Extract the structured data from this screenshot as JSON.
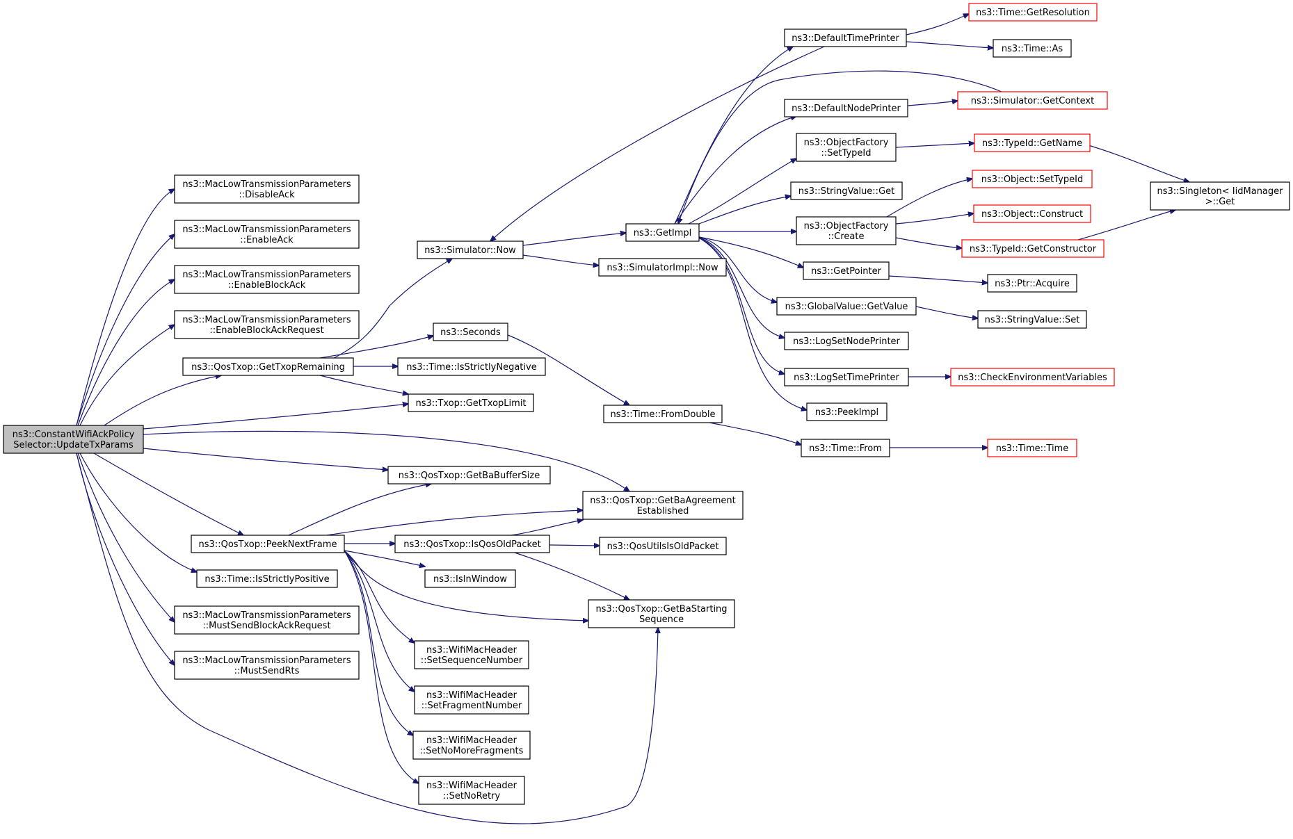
{
  "colors": {
    "edge": "#191970",
    "normal_border": "#000000",
    "truncated_border": "#ff0000",
    "root_fill": "#bfbfbf"
  },
  "nodes": [
    {
      "id": "root",
      "lines": [
        "ns3::ConstantWifiAckPolicy",
        "Selector::UpdateTxParams"
      ],
      "root": true
    },
    {
      "id": "disableAck",
      "lines": [
        "ns3::MacLowTransmissionParameters",
        "::DisableAck"
      ]
    },
    {
      "id": "enableAck",
      "lines": [
        "ns3::MacLowTransmissionParameters",
        "::EnableAck"
      ]
    },
    {
      "id": "enableBlockAck",
      "lines": [
        "ns3::MacLowTransmissionParameters",
        "::EnableBlockAck"
      ]
    },
    {
      "id": "enableBlockAckReq",
      "lines": [
        "ns3::MacLowTransmissionParameters",
        "::EnableBlockAckRequest"
      ]
    },
    {
      "id": "getTxopRemaining",
      "lines": [
        "ns3::QosTxop::GetTxopRemaining"
      ]
    },
    {
      "id": "peekNextFrame",
      "lines": [
        "ns3::QosTxop::PeekNextFrame"
      ]
    },
    {
      "id": "isStrictlyPositive",
      "lines": [
        "ns3::Time::IsStrictlyPositive"
      ]
    },
    {
      "id": "mustSendBAR",
      "lines": [
        "ns3::MacLowTransmissionParameters",
        "::MustSendBlockAckRequest"
      ]
    },
    {
      "id": "mustSendRts",
      "lines": [
        "ns3::MacLowTransmissionParameters",
        "::MustSendRts"
      ]
    },
    {
      "id": "simNow",
      "lines": [
        "ns3::Simulator::Now"
      ]
    },
    {
      "id": "seconds",
      "lines": [
        "ns3::Seconds"
      ]
    },
    {
      "id": "isStrictlyNegative",
      "lines": [
        "ns3::Time::IsStrictlyNegative"
      ]
    },
    {
      "id": "getTxopLimit",
      "lines": [
        "ns3::Txop::GetTxopLimit"
      ]
    },
    {
      "id": "getBaBufferSize",
      "lines": [
        "ns3::QosTxop::GetBaBufferSize"
      ]
    },
    {
      "id": "getBaAgreement",
      "lines": [
        "ns3::QosTxop::GetBaAgreement",
        "Established"
      ]
    },
    {
      "id": "isQosOldPacket",
      "lines": [
        "ns3::QosTxop::IsQosOldPacket"
      ]
    },
    {
      "id": "isInWindow",
      "lines": [
        "ns3::IsInWindow"
      ]
    },
    {
      "id": "getBaStarting",
      "lines": [
        "ns3::QosTxop::GetBaStarting",
        "Sequence"
      ]
    },
    {
      "id": "setSeqNum",
      "lines": [
        "ns3::WifiMacHeader",
        "::SetSequenceNumber"
      ]
    },
    {
      "id": "setFragNum",
      "lines": [
        "ns3::WifiMacHeader",
        "::SetFragmentNumber"
      ]
    },
    {
      "id": "setNoMoreFrag",
      "lines": [
        "ns3::WifiMacHeader",
        "::SetNoMoreFragments"
      ]
    },
    {
      "id": "setNoRetry",
      "lines": [
        "ns3::WifiMacHeader",
        "::SetNoRetry"
      ]
    },
    {
      "id": "qosUtilsIsOld",
      "lines": [
        "ns3::QosUtilsIsOldPacket"
      ]
    },
    {
      "id": "getImpl",
      "lines": [
        "ns3::GetImpl"
      ]
    },
    {
      "id": "simImplNow",
      "lines": [
        "ns3::SimulatorImpl::Now"
      ]
    },
    {
      "id": "fromDouble",
      "lines": [
        "ns3::Time::FromDouble"
      ]
    },
    {
      "id": "timeFrom",
      "lines": [
        "ns3::Time::From"
      ]
    },
    {
      "id": "defaultTimePrinter",
      "lines": [
        "ns3::DefaultTimePrinter"
      ]
    },
    {
      "id": "defaultNodePrinter",
      "lines": [
        "ns3::DefaultNodePrinter"
      ]
    },
    {
      "id": "ofSetTypeId",
      "lines": [
        "ns3::ObjectFactory",
        "::SetTypeId"
      ]
    },
    {
      "id": "stringValueGet",
      "lines": [
        "ns3::StringValue::Get"
      ]
    },
    {
      "id": "ofCreate",
      "lines": [
        "ns3::ObjectFactory",
        "::Create"
      ]
    },
    {
      "id": "getPointer",
      "lines": [
        "ns3::GetPointer"
      ]
    },
    {
      "id": "gvGetValue",
      "lines": [
        "ns3::GlobalValue::GetValue"
      ]
    },
    {
      "id": "logSetNodePrinter",
      "lines": [
        "ns3::LogSetNodePrinter"
      ]
    },
    {
      "id": "logSetTimePrinter",
      "lines": [
        "ns3::LogSetTimePrinter"
      ]
    },
    {
      "id": "peekImpl",
      "lines": [
        "ns3::PeekImpl"
      ]
    },
    {
      "id": "timeGetResolution",
      "lines": [
        "ns3::Time::GetResolution"
      ],
      "red": true
    },
    {
      "id": "timeAs",
      "lines": [
        "ns3::Time::As"
      ]
    },
    {
      "id": "simGetContext",
      "lines": [
        "ns3::Simulator::GetContext"
      ],
      "red": true
    },
    {
      "id": "typeIdGetName",
      "lines": [
        "ns3::TypeId::GetName"
      ],
      "red": true
    },
    {
      "id": "objSetTypeId",
      "lines": [
        "ns3::Object::SetTypeId"
      ],
      "red": true
    },
    {
      "id": "objConstruct",
      "lines": [
        "ns3::Object::Construct"
      ],
      "red": true
    },
    {
      "id": "typeIdGetCtor",
      "lines": [
        "ns3::TypeId::GetConstructor"
      ],
      "red": true
    },
    {
      "id": "ptrAcquire",
      "lines": [
        "ns3::Ptr::Acquire"
      ]
    },
    {
      "id": "stringValueSet",
      "lines": [
        "ns3::StringValue::Set"
      ]
    },
    {
      "id": "checkEnvVars",
      "lines": [
        "ns3::CheckEnvironmentVariables"
      ],
      "red": true
    },
    {
      "id": "timeTime",
      "lines": [
        "ns3::Time::Time"
      ],
      "red": true
    },
    {
      "id": "singletonGet",
      "lines": [
        "ns3::Singleton< IidManager",
        ">::Get"
      ]
    }
  ]
}
